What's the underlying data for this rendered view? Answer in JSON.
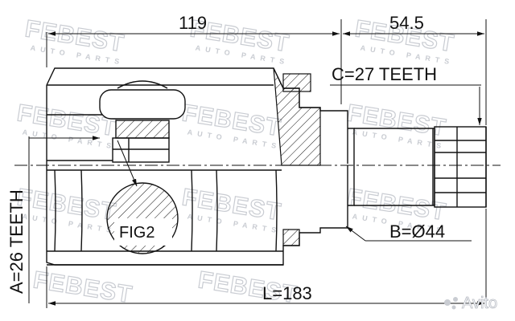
{
  "diagram": {
    "dimensions": {
      "length_top": "119",
      "length_shaft": "54.5",
      "total_length": "L=183"
    },
    "specs": {
      "inner_teeth": "C=27 TEETH",
      "outer_teeth": "A=26 TEETH",
      "diameter": "B=Ø44"
    },
    "detail_label": "FIG2"
  },
  "watermark": {
    "brand": "FEBEST",
    "subtext": "AUTO PARTS",
    "marketplace": "Avito"
  },
  "colors": {
    "line": "#111111",
    "watermark": "#c9ccd2",
    "background": "#ffffff"
  }
}
